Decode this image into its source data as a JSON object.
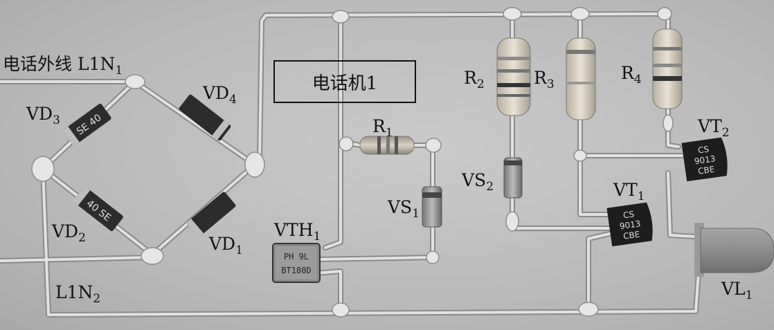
{
  "labels": {
    "line_l1n1": "电话外线 L1N",
    "line_l1n1_sub": "1",
    "box": "电话机1",
    "vd3": "VD",
    "vd3_sub": "3",
    "vd4": "VD",
    "vd4_sub": "4",
    "vd2": "VD",
    "vd2_sub": "2",
    "vd1": "VD",
    "vd1_sub": "1",
    "r1": "R",
    "r1_sub": "1",
    "r2": "R",
    "r2_sub": "2",
    "r3": "R",
    "r3_sub": "3",
    "r4": "R",
    "r4_sub": "4",
    "vs1": "VS",
    "vs1_sub": "1",
    "vs2": "VS",
    "vs2_sub": "2",
    "vth1": "VTH",
    "vth1_sub": "1",
    "vt1": "VT",
    "vt1_sub": "1",
    "vt2": "VT",
    "vt2_sub": "2",
    "vl1": "VL",
    "vl1_sub": "1",
    "l1n2": "L1N",
    "l1n2_sub": "2"
  },
  "markings": {
    "vd3": "SE 40",
    "vd2": "40 SE",
    "vth1_line1": "PH 9L",
    "vth1_line2": "BT180D",
    "vt1": [
      "CS",
      "9013",
      "CBE"
    ],
    "vt2": [
      "CS",
      "9013",
      "CBE"
    ]
  },
  "colors": {
    "background": "#bdbdbd",
    "wire": "#dcdcdc",
    "led": "#8e8e8e"
  }
}
